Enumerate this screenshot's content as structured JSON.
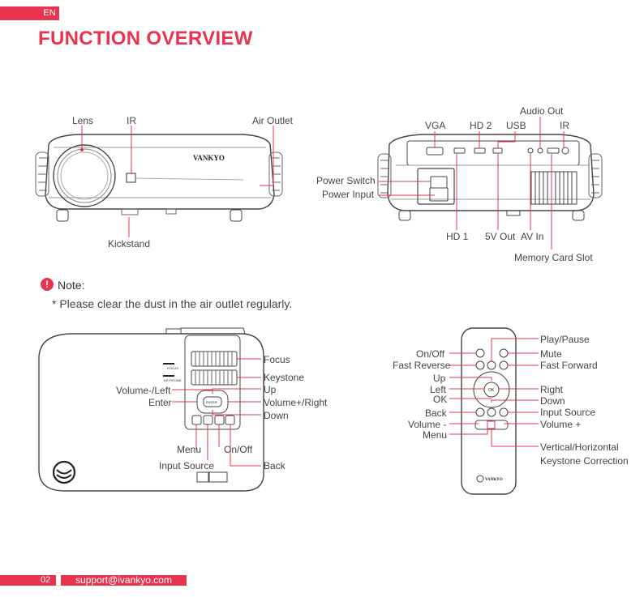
{
  "header": {
    "lang": "EN",
    "title": "FUNCTION OVERVIEW"
  },
  "front": {
    "brand": "VANKYO",
    "labels": {
      "lens": "Lens",
      "ir": "IR",
      "air_outlet": "Air Outlet",
      "kickstand": "Kickstand"
    }
  },
  "back": {
    "labels": {
      "audio_out": "Audio Out",
      "vga": "VGA",
      "hd2": "HD 2",
      "usb": "USB",
      "ir": "IR",
      "power_switch": "Power Switch",
      "power_input": "Power Input",
      "hd1": "HD 1",
      "v5_out": "5V Out",
      "av_in": "AV In",
      "memory_card": "Memory Card Slot"
    }
  },
  "note": {
    "icon": "!",
    "title": "Note:",
    "text": "* Please clear the dust in the air outlet regularly."
  },
  "top_panel": {
    "labels": {
      "focus": "Focus",
      "keystone": "Keystone",
      "up": "Up",
      "volume_plus_right": "Volume+/Right",
      "down": "Down",
      "volume_minus_left": "Volume-/Left",
      "enter": "Enter",
      "menu": "Menu",
      "on_off": "On/Off",
      "input_source": "Input Source",
      "back": "Back"
    },
    "small": {
      "focus": "FOCUS",
      "keystone": "KEYSTONE",
      "enter": "ENTER"
    }
  },
  "remote": {
    "brand": "VANKYO",
    "labels": {
      "play_pause": "Play/Pause",
      "on_off": "On/Off",
      "mute": "Mute",
      "fast_reverse": "Fast Reverse",
      "fast_forward": "Fast Forward",
      "up": "Up",
      "left": "Left",
      "right": "Right",
      "ok": "OK",
      "down": "Down",
      "back": "Back",
      "input_source": "Input Source",
      "volume_minus": "Volume -",
      "volume_plus": "Volume +",
      "menu": "Menu",
      "keystone_1": "Vertical/Horizontal",
      "keystone_2": "Keystone Correction"
    },
    "ok_key": "OK"
  },
  "footer": {
    "page": "02",
    "support": "support@ivankyo.com"
  },
  "colors": {
    "accent": "#e8344f",
    "line": "#555555"
  }
}
